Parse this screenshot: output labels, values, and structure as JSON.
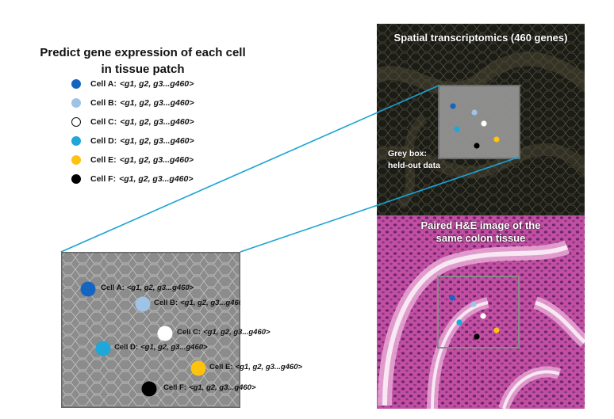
{
  "title_line1": "Predict gene expression of each cell",
  "title_line2": "in tissue patch",
  "cells": [
    {
      "label": "Cell A:",
      "genes": "<g1, g2, g3...g460>",
      "color": "#1565c0",
      "icon": "cell-a-dot-icon"
    },
    {
      "label": "Cell B:",
      "genes": "<g1, g2, g3...g460>",
      "color": "#9fc3e6",
      "icon": "cell-b-dot-icon"
    },
    {
      "label": "Cell C:",
      "genes": "<g1, g2, g3...g460>",
      "color": "#ffffff",
      "icon": "cell-c-dot-icon"
    },
    {
      "label": "Cell D:",
      "genes": "<g1, g2, g3...g460>",
      "color": "#1ea7d8",
      "icon": "cell-d-dot-icon"
    },
    {
      "label": "Cell E:",
      "genes": "<g1, g2, g3...g460>",
      "color": "#ffc20e",
      "icon": "cell-e-dot-icon"
    },
    {
      "label": "Cell F:",
      "genes": "<g1, g2, g3...g460>",
      "color": "#000000",
      "icon": "cell-f-dot-icon"
    }
  ],
  "st_panel": {
    "title": "Spatial transcriptomics (460 genes)"
  },
  "grey_box_note": {
    "line1": "Grey box:",
    "line2": "held-out data"
  },
  "he_panel": {
    "title_line1": "Paired H&E image of the",
    "title_line2": "same colon tissue"
  },
  "colors": {
    "connector": "#1aa3d4",
    "grey_box": "#8a8a8a",
    "he_background": "#c24fa0",
    "st_background": "#1c1c17"
  }
}
